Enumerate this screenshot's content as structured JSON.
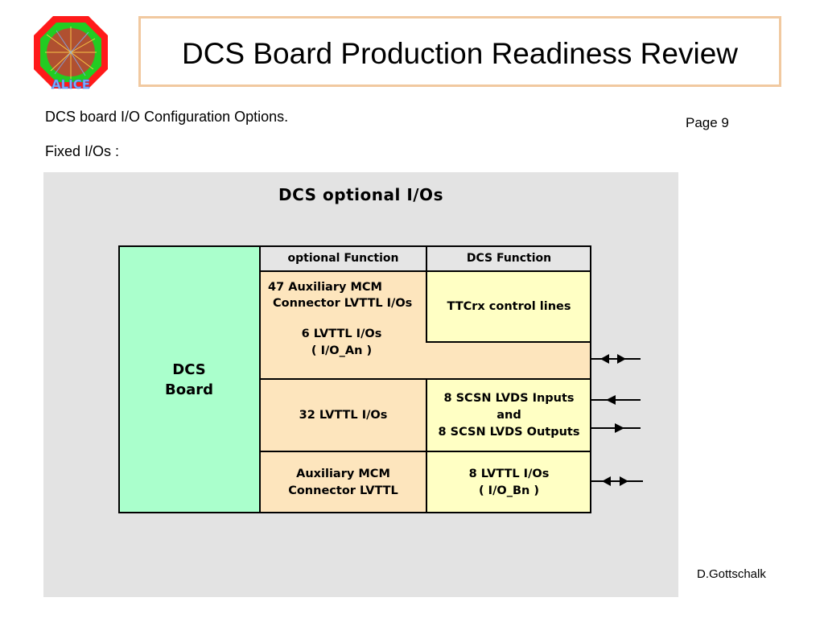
{
  "header": {
    "title": "DCS Board Production Readiness Review",
    "logo_text": "ALICE"
  },
  "slide": {
    "subtitle": "DCS board I/O Configuration Options.",
    "page": "Page 9",
    "fixed_label": "Fixed I/Os :",
    "author": "D.Gottschalk"
  },
  "diagram": {
    "title": "DCS  optional  I/Os",
    "board_label_line1": "DCS",
    "board_label_line2": "Board",
    "headers": {
      "optional": "optional Function",
      "dcs": "DCS Function"
    },
    "rows": [
      {
        "optional_line1": "47 Auxiliary MCM",
        "optional_line2": "Connector LVTTL  I/Os",
        "optional_line3": "6 LVTTL I/Os",
        "optional_line4": "( I/O_An )",
        "dcs": "TTCrx control lines",
        "arrow": "bidirectional"
      },
      {
        "optional": "32 LVTTL I/Os",
        "dcs_line1": "8 SCSN LVDS Inputs",
        "dcs_line2": "and",
        "dcs_line3": "8 SCSN LVDS Outputs",
        "arrow_in": "input",
        "arrow_out": "output"
      },
      {
        "optional_line1": "Auxiliary MCM",
        "optional_line2": "Connector LVTTL",
        "dcs_line1": "8 LVTTL I/Os",
        "dcs_line2": "( I/O_Bn )",
        "arrow": "bidirectional"
      }
    ],
    "colors": {
      "panel": "#e3e3e3",
      "board": "#aaffcc",
      "header": "#e5e5e5",
      "optional": "#fde5bd",
      "dcs": "#ffffc4"
    }
  }
}
